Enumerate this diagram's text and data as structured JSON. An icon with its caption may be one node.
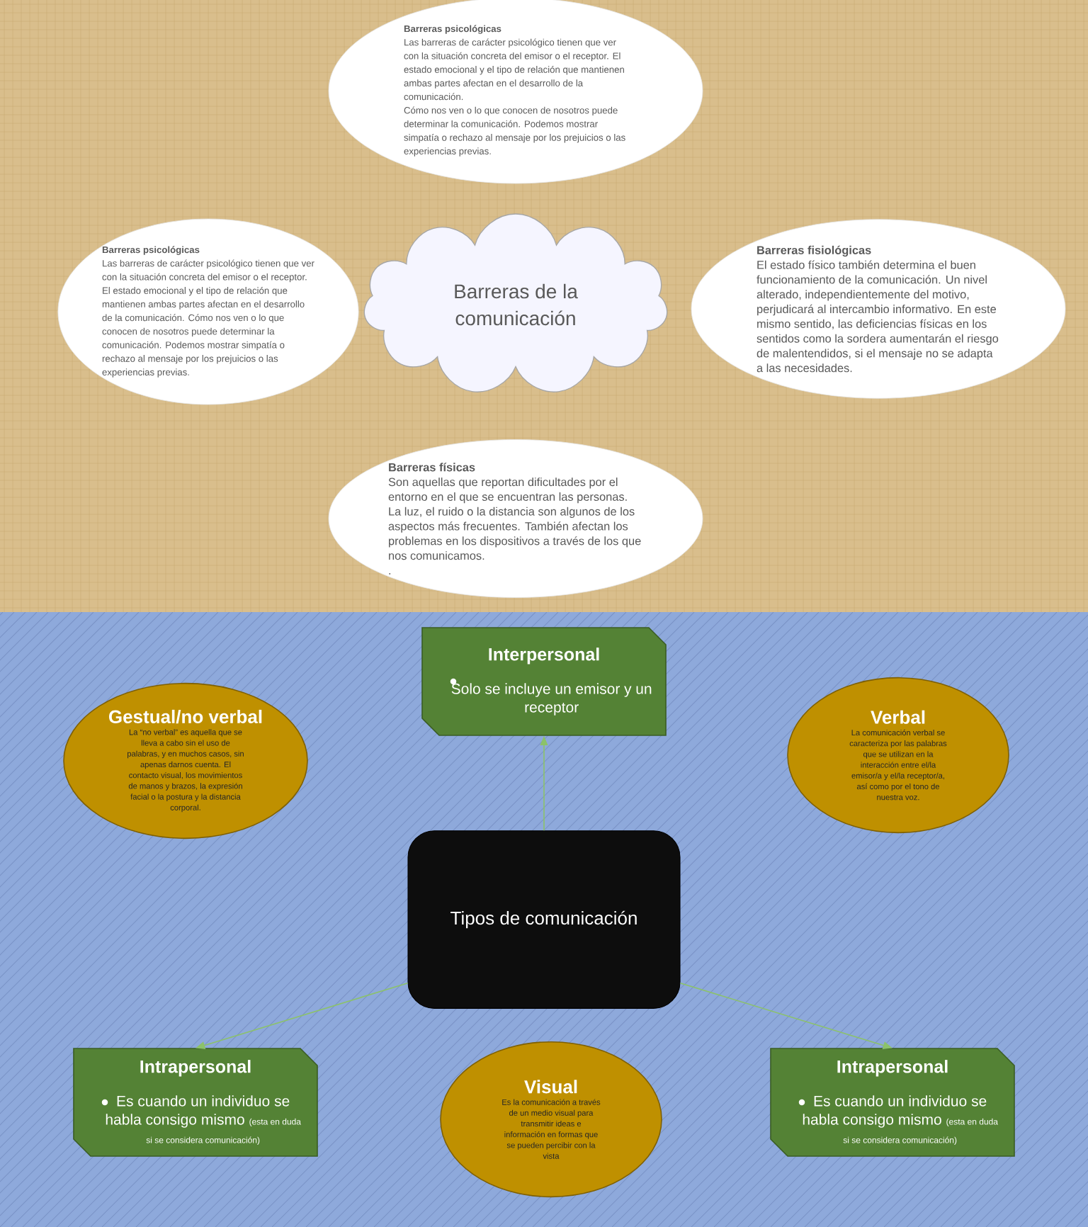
{
  "diagram": {
    "nodes": [
      {
        "text": [
          "Barreras psicológicas",
          "Las barreras de carácter psicológico tienen que ver con la situación concreta del emisor o el receptor. El estado emocional y el tipo de relación que mantienen ambas partes afectan en el desarrollo de la comunicación.",
          "Cómo nos ven o lo que conocen de nosotros puede determinar la comunicación. Podemos mostrar simpatía o rechazo al mensaje por los prejuicios o las experiencias previas."
        ]
      },
      {
        "text": [
          "Barreras psicológicas",
          "Las barreras de carácter psicológico tienen que ver con la situación concreta del emisor o el receptor. El estado emocional y el tipo de relación que mantienen ambas partes afectan en el desarrollo de la comunicación. Cómo nos ven o lo que conocen de nosotros puede determinar la comunicación. Podemos mostrar simpatía o rechazo al mensaje por los prejuicios o las experiencias previas."
        ]
      },
      {
        "text": [
          "Barreras de la comunicación"
        ]
      },
      {
        "text": [
          "Barreras fisiológicas",
          "El estado físico también determina el buen funcionamiento de la comunicación. Un nivel alterado, independientemente del motivo, perjudicará al intercambio informativo. En este mismo sentido, las deficiencias físicas en los sentidos como la sordera aumentarán el riesgo de malentendidos, si el mensaje no se adapta a las necesidades."
        ]
      },
      {
        "text": [
          "Barreras físicas",
          "Son aquellas que reportan dificultades por el entorno en el que se encuentran las personas. La luz, el ruido o la distancia son algunos de los aspectos más frecuentes. También afectan los problemas en los dispositivos a través de los que nos comunicamos.",
          "."
        ]
      },
      {
        "text": [
          "Interpersonal",
          "Solo se incluye un emisor y un receptor"
        ]
      },
      {
        "text": [
          "Gestual/no verbal",
          "La “no verbal” es aquella que se lleva a cabo sin el uso de palabras, y en muchos casos, sin apenas darnos cuenta. El contacto visual, los movimientos de manos y brazos, la expresión facial o la postura y la distancia corporal."
        ]
      },
      {
        "text": [
          "Verbal",
          "La comunicación verbal se caracteriza por las palabras que se utilizan en la interacción entre el/la emisor/a y el/la receptor/a, así como por el tono de nuestra voz."
        ]
      },
      {
        "text": [
          "Tipos de comunicación"
        ]
      },
      {
        "text": [
          "Intrapersonal",
          "Es cuando un individuo se habla consigo mismo",
          "(esta en duda si se considera comunicación)"
        ]
      },
      {
        "text": [
          "Visual",
          "Es la comunicación a través de un medio visual para transmitir ideas e información en formas que se pueden percibir con la vista"
        ]
      },
      {
        "text": [
          "Intrapersonal",
          "Es cuando un individuo se habla consigo mismo",
          "(esta en duda si se considera comunicación)"
        ]
      }
    ],
    "edges": [
      {
        "from": 8,
        "to": 5,
        "arrow": "to"
      },
      {
        "from": 8,
        "to": 9,
        "arrow": "to"
      },
      {
        "from": 8,
        "to": 11,
        "arrow": "to"
      }
    ]
  }
}
